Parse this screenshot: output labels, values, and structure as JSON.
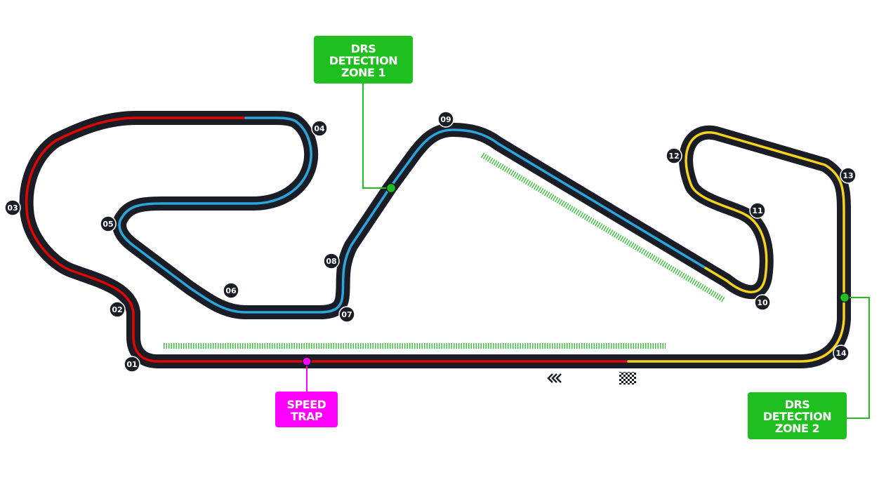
{
  "circuit": {
    "colors": {
      "track": "#1b1d26",
      "sector1": "#e10600",
      "sector2": "#2aa6dc",
      "sector3": "#f5d21c",
      "drs": "#1fbf1f",
      "drs_dashes": "#3cc23c",
      "speed_trap": "#ff00ff",
      "badge": "#1b1d26"
    },
    "turns": [
      "01",
      "02",
      "03",
      "04",
      "05",
      "06",
      "07",
      "08",
      "09",
      "10",
      "11",
      "12",
      "13",
      "14"
    ],
    "drs_detection_1": {
      "lines": [
        "DRS",
        "DETECTION",
        "ZONE 1"
      ]
    },
    "drs_detection_2": {
      "lines": [
        "DRS",
        "DETECTION",
        "ZONE 2"
      ]
    },
    "speed_trap": {
      "lines": [
        "SPEED",
        "TRAP"
      ]
    },
    "icons": {
      "direction": "direction-chevrons-icon",
      "finish": "checkered-flag-icon"
    }
  }
}
